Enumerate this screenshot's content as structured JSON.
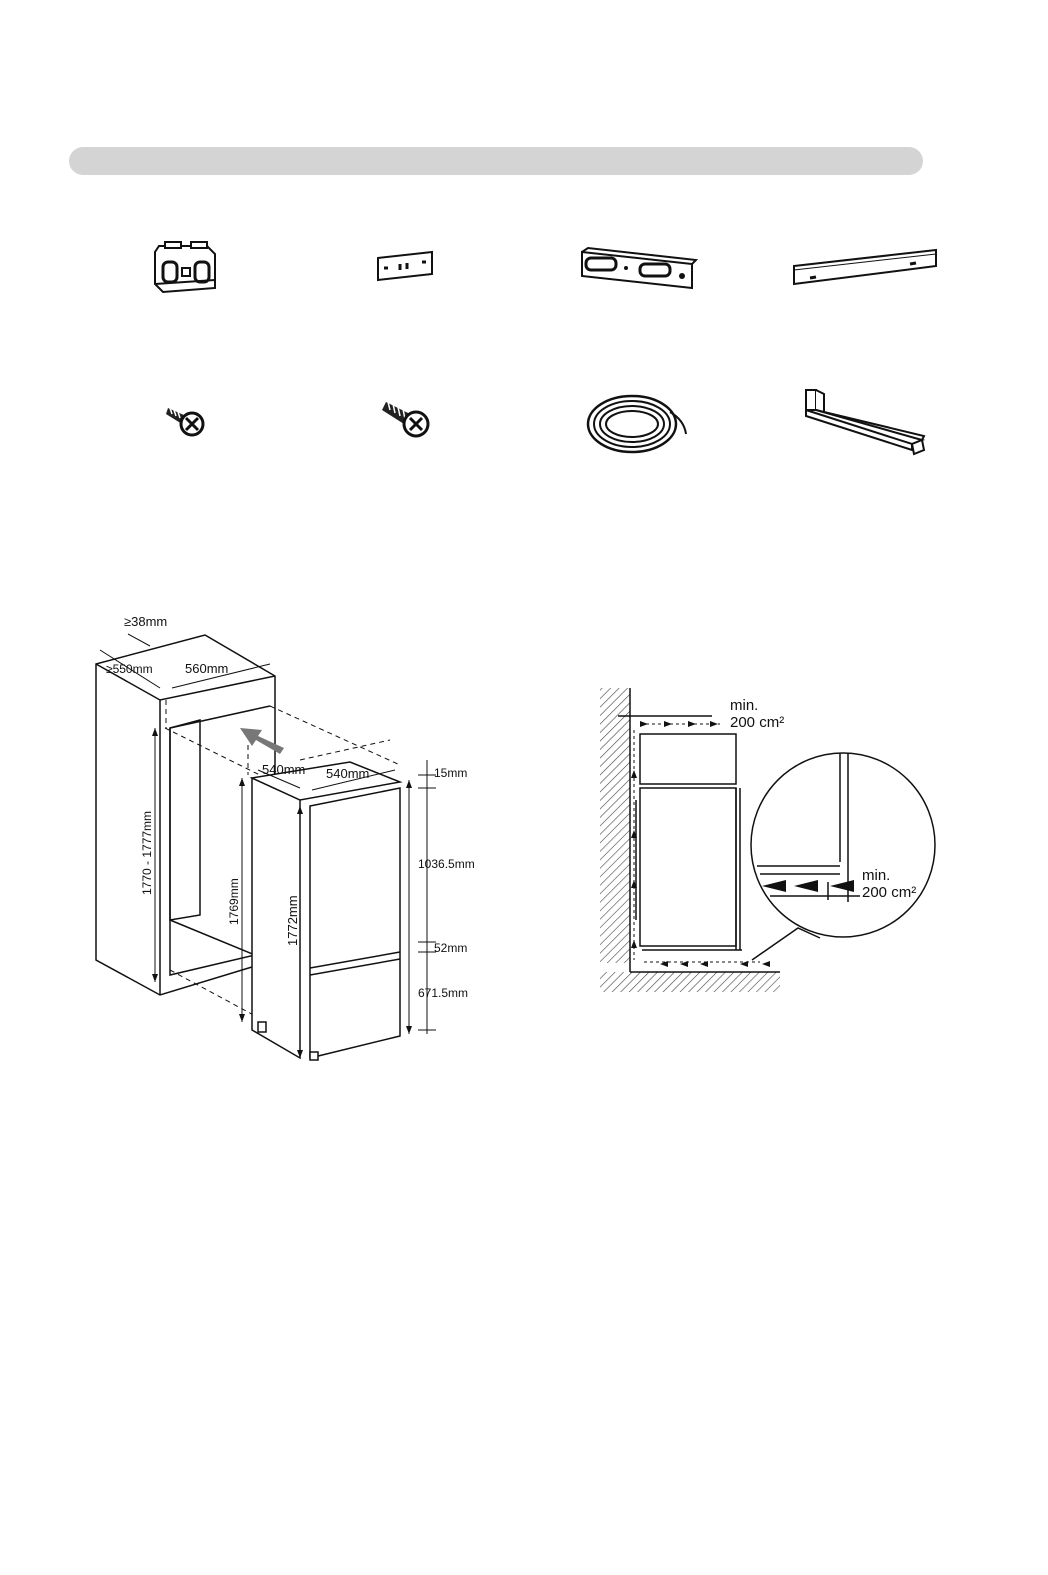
{
  "accessories": {
    "row1": [
      {
        "icon": "mounting-bracket-icon"
      },
      {
        "icon": "small-plate-icon"
      },
      {
        "icon": "slotted-rail-icon"
      },
      {
        "icon": "cover-strip-icon"
      }
    ],
    "row2": [
      {
        "icon": "short-screw-icon"
      },
      {
        "icon": "long-screw-icon"
      },
      {
        "icon": "sealing-tape-roll-icon"
      },
      {
        "icon": "l-bracket-icon"
      }
    ]
  },
  "installation": {
    "niche_depth_min": "≥550mm",
    "niche_width": "560mm",
    "niche_gap": "≥38mm",
    "niche_height": "1770 - 1777mm",
    "appliance_side_height": "1769mm",
    "appliance_depth": "540mm",
    "appliance_width": "540mm",
    "appliance_height": "1772mm",
    "door_top_gap": "15mm",
    "upper_door": "1036.5mm",
    "door_gap": "52mm",
    "lower_door": "671.5mm"
  },
  "ventilation": {
    "top_label_1": "min.",
    "top_label_2": "200 cm²",
    "bottom_label_1": "min.",
    "bottom_label_2": "200 cm²"
  }
}
